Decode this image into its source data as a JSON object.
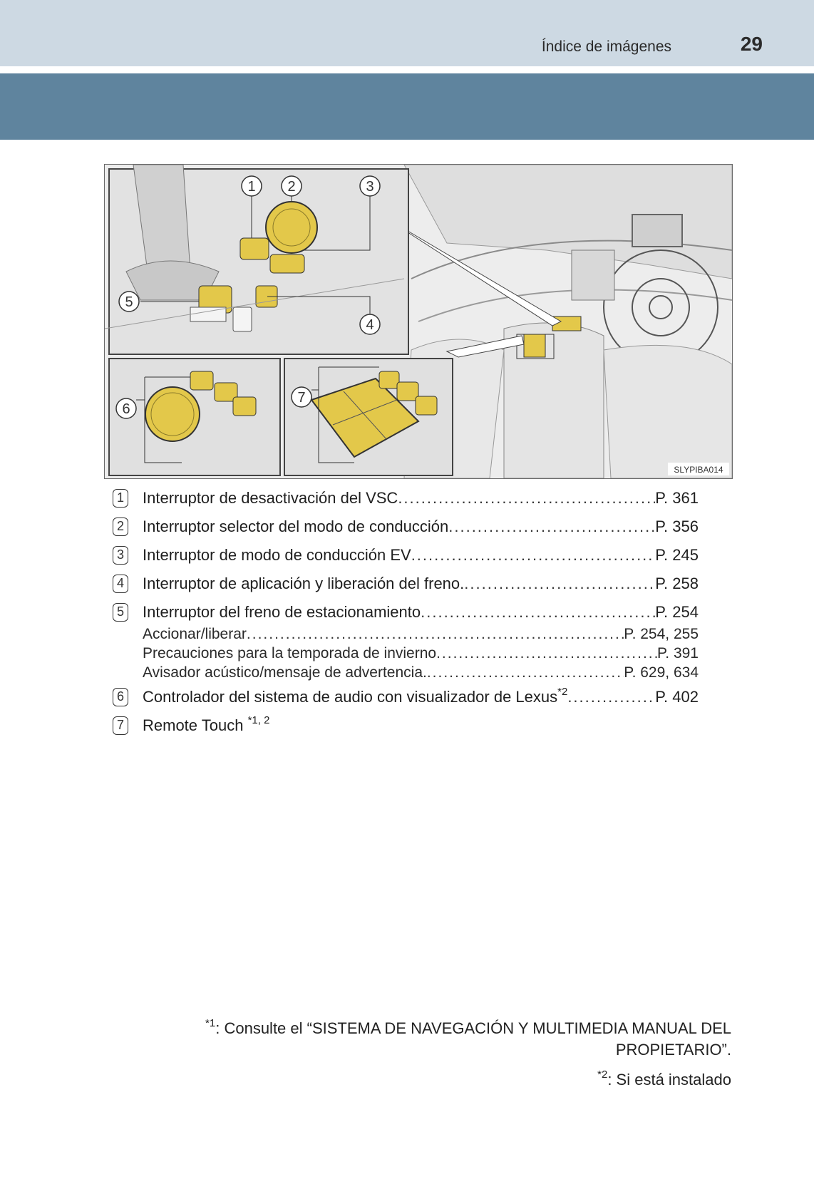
{
  "header": {
    "section": "Índice de imágenes",
    "page_number": "29"
  },
  "figure": {
    "code": "SLYPIBA014",
    "callouts": [
      "1",
      "2",
      "3",
      "4",
      "5",
      "6",
      "7"
    ],
    "highlight_color": "#e3c84a"
  },
  "items": [
    {
      "num": "1",
      "label": "Interruptor de desactivación del VSC",
      "sup": "",
      "ref": "P. 361"
    },
    {
      "num": "2",
      "label": "Interruptor selector del modo de conducción",
      "sup": "",
      "ref": "P. 356"
    },
    {
      "num": "3",
      "label": "Interruptor de modo de conducción EV",
      "sup": "",
      "ref": "P. 245"
    },
    {
      "num": "4",
      "label": "Interruptor de aplicación y liberación del freno.",
      "sup": "",
      "ref": "P. 258"
    },
    {
      "num": "5",
      "label": "Interruptor del freno de estacionamiento",
      "sup": "",
      "ref": "P. 254",
      "subitems": [
        {
          "label": "Accionar/liberar",
          "ref": "P. 254, 255"
        },
        {
          "label": "Precauciones para la temporada de invierno",
          "ref": "P. 391"
        },
        {
          "label": "Avisador acústico/mensaje de advertencia.",
          "ref": "P. 629, 634"
        }
      ]
    },
    {
      "num": "6",
      "label": "Controlador del sistema de audio con visualizador de Lexus",
      "sup": "*2",
      "ref": "P. 402"
    },
    {
      "num": "7",
      "label": "Remote Touch ",
      "sup": "*1, 2",
      "ref": ""
    }
  ],
  "footnotes": [
    {
      "mark": "*1",
      "text": ": Consulte el “SISTEMA DE NAVEGACIÓN Y MULTIMEDIA MANUAL DEL PROPIETARIO”."
    },
    {
      "mark": "*2",
      "text": ": Si está instalado"
    }
  ]
}
